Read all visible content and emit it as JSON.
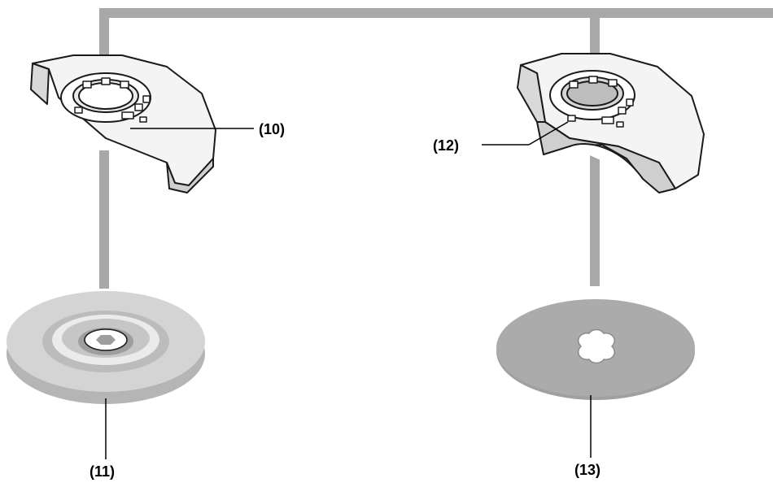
{
  "callouts": {
    "guard_cutting": "(10)",
    "flange_thick": "(11)",
    "guard_grinding": "(12)",
    "disc_thin": "(13)"
  },
  "colors": {
    "connector": "#a8a8a8",
    "part_light": "#f4f4f4",
    "part_mid": "#d9d9d9",
    "part_dark": "#9a9a9a",
    "outline": "#1a1a1a"
  },
  "icons": {
    "guard_cutting": "cutting-guard-icon",
    "guard_grinding": "grinding-guard-icon",
    "flange_thick": "backing-flange-icon",
    "disc_thin": "cutting-disc-icon"
  }
}
